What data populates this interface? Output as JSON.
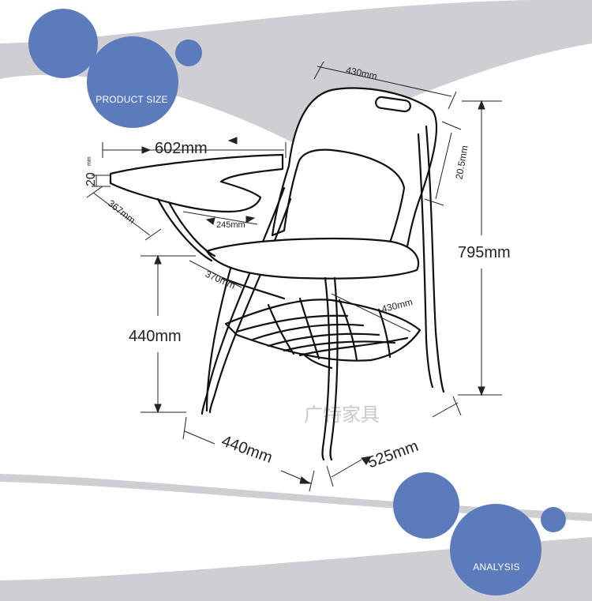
{
  "badges": {
    "top": "PRODUCT SIZE",
    "bottom": "ANALYSIS"
  },
  "dimensions": {
    "backrest_width": "430mm",
    "tablet_length": "602mm",
    "tablet_thickness_value": "20",
    "tablet_thickness_unit": "mm",
    "tablet_width": "367mm",
    "tablet_inner": "245mm",
    "backrest_depth": "20.5mm",
    "total_height": "795mm",
    "seat_depth": "370mm",
    "seat_width": "430mm",
    "seat_height": "440mm",
    "base_width": "440mm",
    "base_depth": "525mm"
  },
  "watermark": "广特家具",
  "colors": {
    "badge": "#5b7bbd",
    "band": "#cfcfd3",
    "line": "#111111"
  }
}
